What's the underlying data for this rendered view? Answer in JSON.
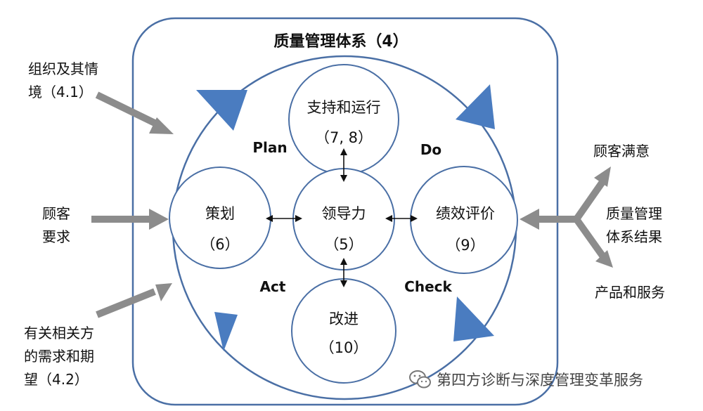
{
  "title": "质量管理体系（4）",
  "pdca": {
    "plan": "Plan",
    "do": "Do",
    "check": "Check",
    "act": "Act"
  },
  "circles": {
    "support": {
      "name": "支持和运行",
      "clause": "（7, 8）"
    },
    "planning": {
      "name": "策划",
      "clause": "（6）"
    },
    "leadership": {
      "name": "领导力",
      "clause": "（5）"
    },
    "performance": {
      "name": "绩效评价",
      "clause": "（9）"
    },
    "improvement": {
      "name": "改进",
      "clause": "（10）"
    }
  },
  "inputs": {
    "context": [
      "组织及其情",
      "境（4.1）"
    ],
    "customer_requirements": [
      "顾客",
      "要求"
    ],
    "interested_parties": [
      "有关相关方",
      "的需求和期",
      "望（4.2）"
    ]
  },
  "outputs": {
    "satisfaction": "顾客满意",
    "qms_results": [
      "质量管理",
      "体系结果"
    ],
    "products_services": "产品和服务"
  },
  "watermark": "第四方诊断与深度管理变革服务",
  "colors": {
    "frame": "#4a6fa5",
    "arrowhead": "#4a7cc0",
    "input_arrow": "#8c8c8c"
  }
}
